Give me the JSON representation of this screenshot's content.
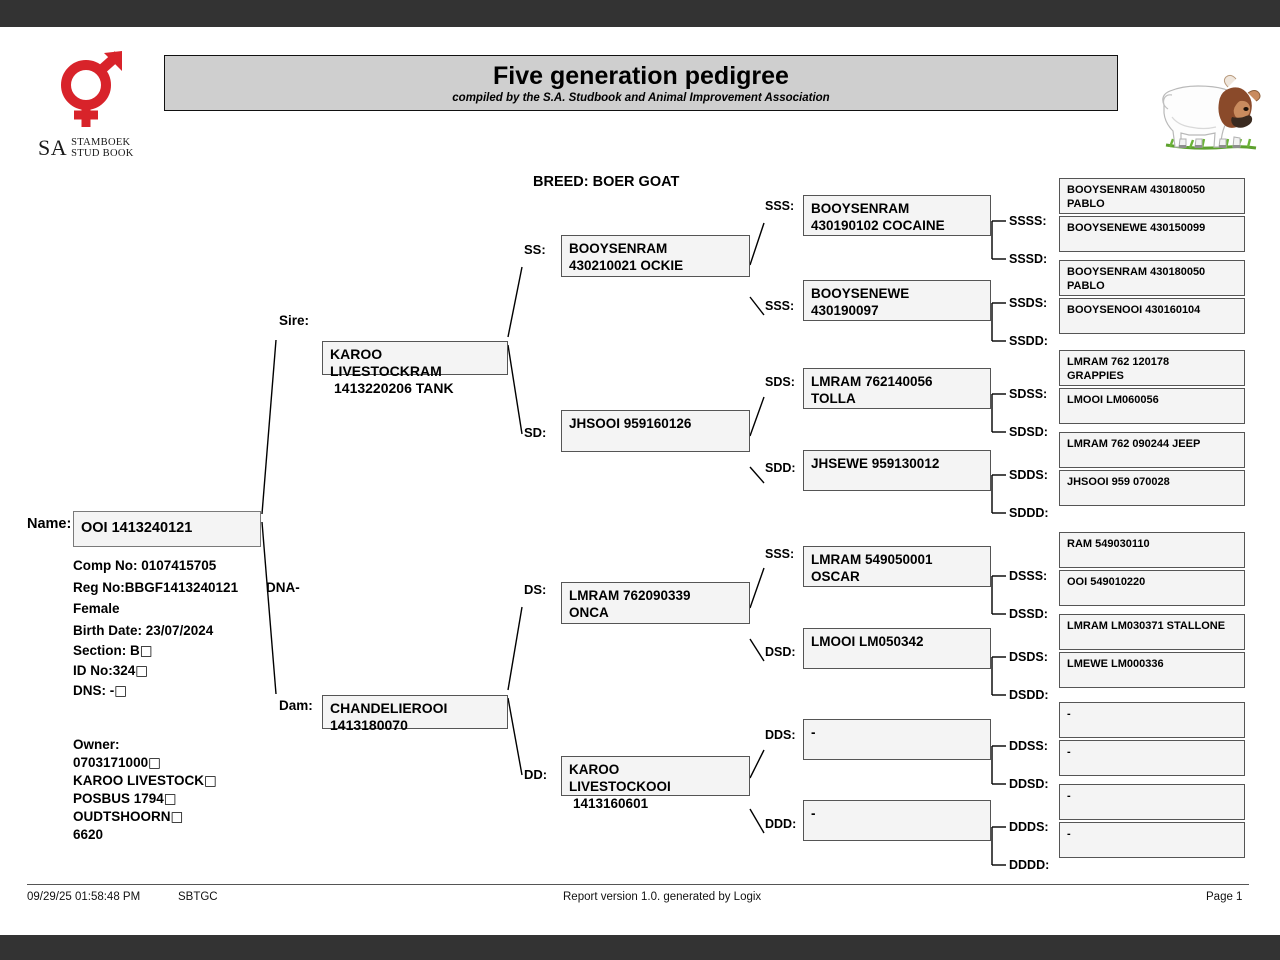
{
  "report": {
    "title": "Five generation pedigree",
    "subtitle": "compiled by the S.A. Studbook and Animal Improvement Association",
    "breed": "BREED: BOER GOAT"
  },
  "logo": {
    "sa": "SA",
    "line1": "STAMBOEK",
    "line2": "STUD BOOK",
    "mark_color": "#d8232a"
  },
  "subject": {
    "name_label": "Name:",
    "name": "OOI 1413240121",
    "comp_no": "Comp No: 0107415705",
    "reg_no": "Reg No:BBGF1413240121",
    "dna_note": "DNA-",
    "sex": "Female",
    "birth_date": "Birth Date: 23/07/2024",
    "section": "Section: B",
    "id_no": "ID No:324",
    "dns": "DNS: -",
    "owner_heading": "Owner:",
    "owner_lines": [
      "0703171000",
      "KAROO LIVESTOCK",
      "POSBUS 1794",
      "OUDTSHOORN",
      "6620"
    ]
  },
  "labels": {
    "sire": "Sire:",
    "dam": "Dam:",
    "ss": "SS:",
    "sd": "SD:",
    "ds": "DS:",
    "dd": "DD:",
    "sss": "SSS:",
    "ssd": "SSS:",
    "sds": "SDS:",
    "sdd": "SDD:",
    "dss": "SSS:",
    "dsd": "DSD:",
    "dds": "DDS:",
    "ddd": "DDD:",
    "ssss": "SSSS:",
    "sssd": "SSSD:",
    "ssds": "SSDS:",
    "ssdd": "SSDD:",
    "sdss": "SDSS:",
    "sdsd": "SDSD:",
    "sdds": "SDDS:",
    "sddd": "SDDD:",
    "dsss": "DSSS:",
    "dssd": "DSSD:",
    "dsds": "DSDS:",
    "dsdd": "DSDD:",
    "ddss": "DDSS:",
    "ddsd": "DDSD:",
    "ddds": "DDDS:",
    "dddd": "DDDD:"
  },
  "pedigree": {
    "sire": {
      "line1": "KAROO",
      "line2": "LIVESTOCKRAM",
      "line3": "1413220206 TANK"
    },
    "dam": {
      "line1": "CHANDELIEROOI",
      "line2": "1413180070"
    },
    "ss": {
      "line1": "BOOYSENRAM",
      "line2": "430210021 OCKIE"
    },
    "sd": {
      "line1": "JHSOOI 959160126",
      "line2": ""
    },
    "ds": {
      "line1": "LMRAM 762090339",
      "line2": "ONCA"
    },
    "dd": {
      "line1": "KAROO",
      "line2": "LIVESTOCKOOI",
      "line3": "1413160601"
    },
    "sss": {
      "line1": "BOOYSENRAM",
      "line2": "430190102 COCAINE"
    },
    "ssd": {
      "line1": "BOOYSENEWE",
      "line2": "430190097"
    },
    "sds": {
      "line1": "LMRAM 762140056",
      "line2": "TOLLA"
    },
    "sdd": {
      "line1": "JHSEWE 959130012",
      "line2": ""
    },
    "dss": {
      "line1": "LMRAM 549050001",
      "line2": "OSCAR"
    },
    "dsd": {
      "line1": "LMOOI LM050342",
      "line2": ""
    },
    "dds": {
      "line1": "-",
      "line2": ""
    },
    "ddd": {
      "line1": "-",
      "line2": ""
    },
    "ssss": {
      "line1": "BOOYSENRAM 430180050",
      "line2": "PABLO"
    },
    "sssd": {
      "line1": "BOOYSENEWE 430150099",
      "line2": ""
    },
    "ssds": {
      "line1": "BOOYSENRAM 430180050",
      "line2": "PABLO"
    },
    "ssdd": {
      "line1": "BOOYSENOOI 430160104",
      "line2": ""
    },
    "sdss": {
      "line1": "LMRAM 762 120178",
      "line2": "GRAPPIES"
    },
    "sdsd": {
      "line1": "LMOOI LM060056",
      "line2": ""
    },
    "sdds": {
      "line1": "LMRAM 762 090244 JEEP",
      "line2": ""
    },
    "sddd": {
      "line1": "JHSOOI 959 070028",
      "line2": ""
    },
    "dsss": {
      "line1": "RAM 549030110",
      "line2": ""
    },
    "dssd": {
      "line1": "OOI 549010220",
      "line2": ""
    },
    "dsds": {
      "line1": "LMRAM LM030371 STALLONE",
      "line2": ""
    },
    "dsdd": {
      "line1": "LMEWE LM000336",
      "line2": ""
    },
    "ddss": {
      "line1": "-",
      "line2": ""
    },
    "ddsd": {
      "line1": "-",
      "line2": ""
    },
    "ddds": {
      "line1": "-",
      "line2": ""
    },
    "dddd": {
      "line1": "-",
      "line2": ""
    }
  },
  "footer": {
    "timestamp": "09/29/25 01:58:48 PM",
    "code": "SBTGC",
    "center": "Report version 1.0. generated by Logix",
    "page": "Page 1"
  },
  "colors": {
    "bar": "#333333",
    "banner_fill": "#cfcfcf",
    "box_fill": "#f4f4f4",
    "box_border": "#555555"
  }
}
